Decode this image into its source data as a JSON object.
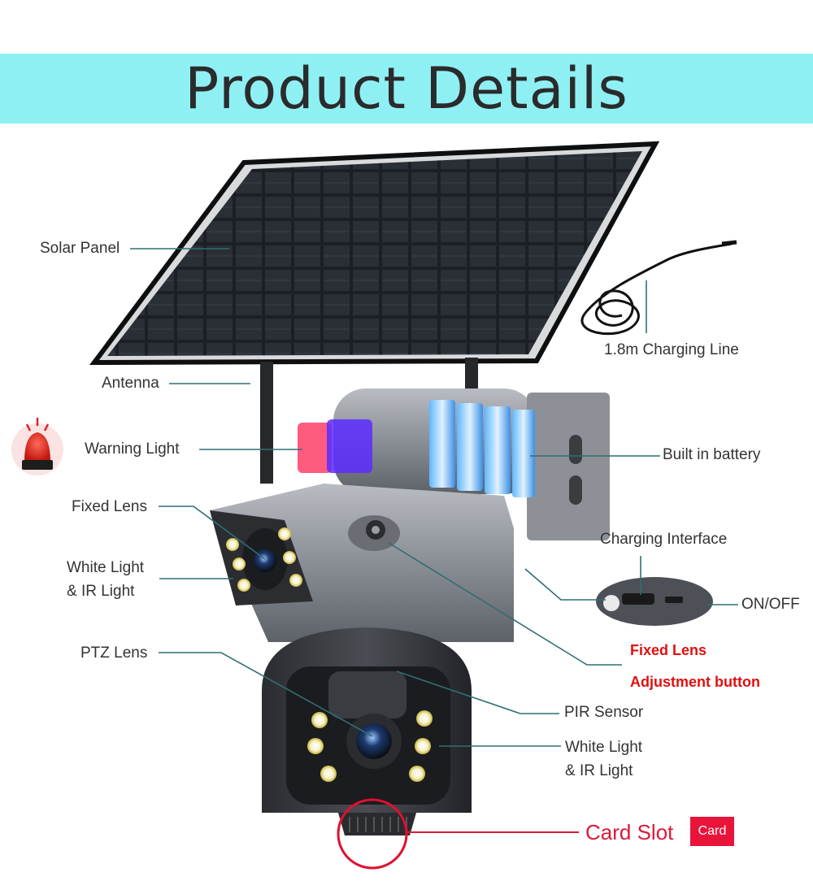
{
  "header": {
    "title": "Product Details"
  },
  "labels": {
    "solar_panel": "Solar Panel",
    "charging_line": "1.8m Charging Line",
    "antenna": "Antenna",
    "warning_light": "Warning Light",
    "built_in_battery": "Built in battery",
    "fixed_lens": "Fixed Lens",
    "charging_interface": "Charging Interface",
    "white_ir_light_top_1": "White Light",
    "white_ir_light_top_2": "& IR Light",
    "on_off": "ON/OFF",
    "ptz_lens": "PTZ Lens",
    "fixed_lens_adj_1": "Fixed Lens",
    "fixed_lens_adj_2": "Adjustment button",
    "pir_sensor": "PIR Sensor",
    "white_ir_light_bottom_1": "White Light",
    "white_ir_light_bottom_2": "& IR Light",
    "card_slot": "Card Slot",
    "card_badge": "Card"
  },
  "colors": {
    "banner": "#8ff0f4",
    "leader_line": "#2f6f73",
    "highlight_red": "#e01010",
    "card_red": "#e8143a"
  }
}
